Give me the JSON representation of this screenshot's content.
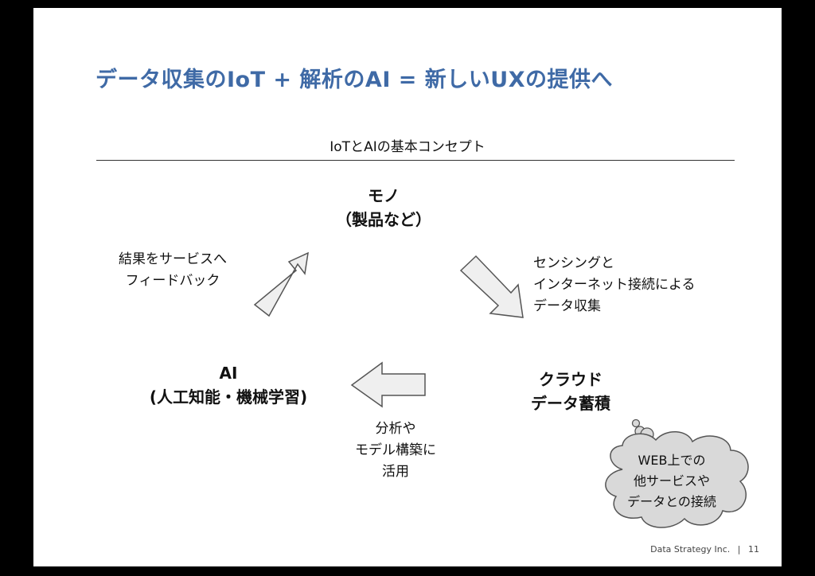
{
  "title": "データ収集のIoT + 解析のAI = 新しいUXの提供へ",
  "subtitle": "IoTとAIの基本コンセプト",
  "nodes": {
    "thing": {
      "line1": "モノ",
      "line2": "（製品など）"
    },
    "cloud": {
      "line1": "クラウド",
      "line2": "データ蓄積"
    },
    "ai": {
      "line1": "AI",
      "line2": "(人工知能・機械学習)"
    }
  },
  "notes": {
    "feedback": {
      "line1": "結果をサービスへ",
      "line2": "フィードバック"
    },
    "sensing": {
      "line1": "センシングと",
      "line2": "インターネット接続による",
      "line3": "データ収集"
    },
    "analysis": {
      "line1": "分析や",
      "line2": "モデル構築に",
      "line3": "活用"
    }
  },
  "cloud_bubble": {
    "line1": "WEB上での",
    "line2": "他サービスや",
    "line3": "データとの接続"
  },
  "footer": {
    "company": "Data Strategy Inc.",
    "separator": "|",
    "page": "11"
  },
  "colors": {
    "title": "#3f6aa6",
    "arrow_fill": "#efefef",
    "arrow_stroke": "#555555",
    "cloud_fill": "#d9d9d9"
  }
}
